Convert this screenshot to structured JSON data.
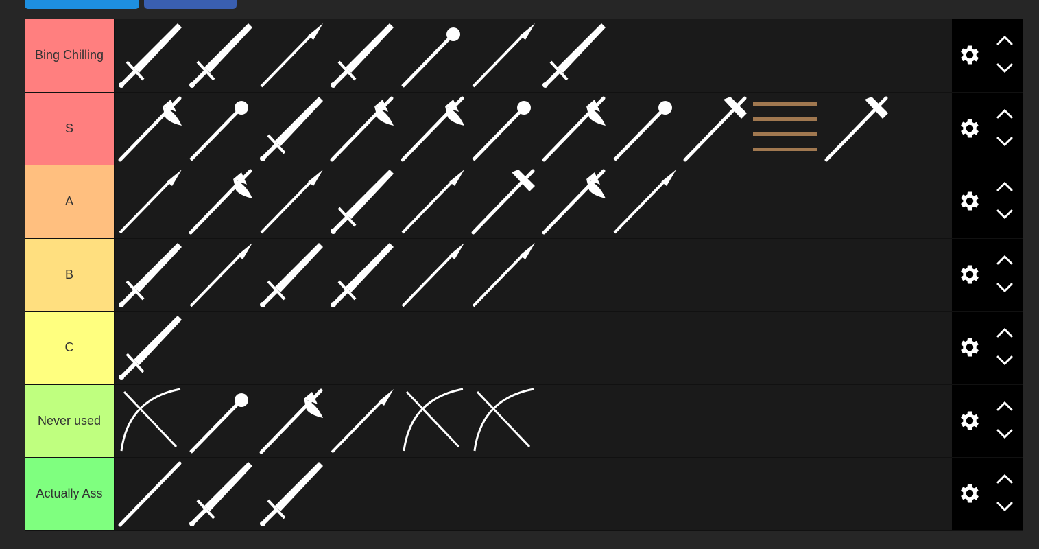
{
  "top_buttons": [
    {
      "color": "#1e8fe0"
    },
    {
      "color": "#3a5fb0"
    }
  ],
  "tiers": [
    {
      "label": "Bing Chilling",
      "color": "#ff7f7f",
      "items": [
        "longsword",
        "greatsword",
        "halberd",
        "sword",
        "morning-star",
        "spear",
        "dagger"
      ]
    },
    {
      "label": "S",
      "color": "#ff7f7f",
      "items": [
        "axe",
        "serrated-club",
        "longsword",
        "polearm-axe",
        "greataxe",
        "mace",
        "pickaxe",
        "morning-star",
        "warhammer",
        "quarterstaves",
        "war-pick"
      ]
    },
    {
      "label": "A",
      "color": "#ffbf7f",
      "items": [
        "halberd",
        "double-axe",
        "halberd",
        "falchion",
        "glaive",
        "maul",
        "pickaxe",
        "partisan"
      ]
    },
    {
      "label": "B",
      "color": "#ffdf7f",
      "items": [
        "sword",
        "spear",
        "rapier",
        "sabre",
        "scythe-blade",
        "crossbow-bolt"
      ]
    },
    {
      "label": "C",
      "color": "#ffff7f",
      "items": [
        "shortsword"
      ]
    },
    {
      "label": "Never used",
      "color": "#bfff7f",
      "items": [
        "bow",
        "spiked-club",
        "hatchet",
        "javelins",
        "crossbow",
        "longbow"
      ]
    },
    {
      "label": "Actually Ass",
      "color": "#7fff7f",
      "items": [
        "staff",
        "knife",
        "katar"
      ]
    }
  ]
}
